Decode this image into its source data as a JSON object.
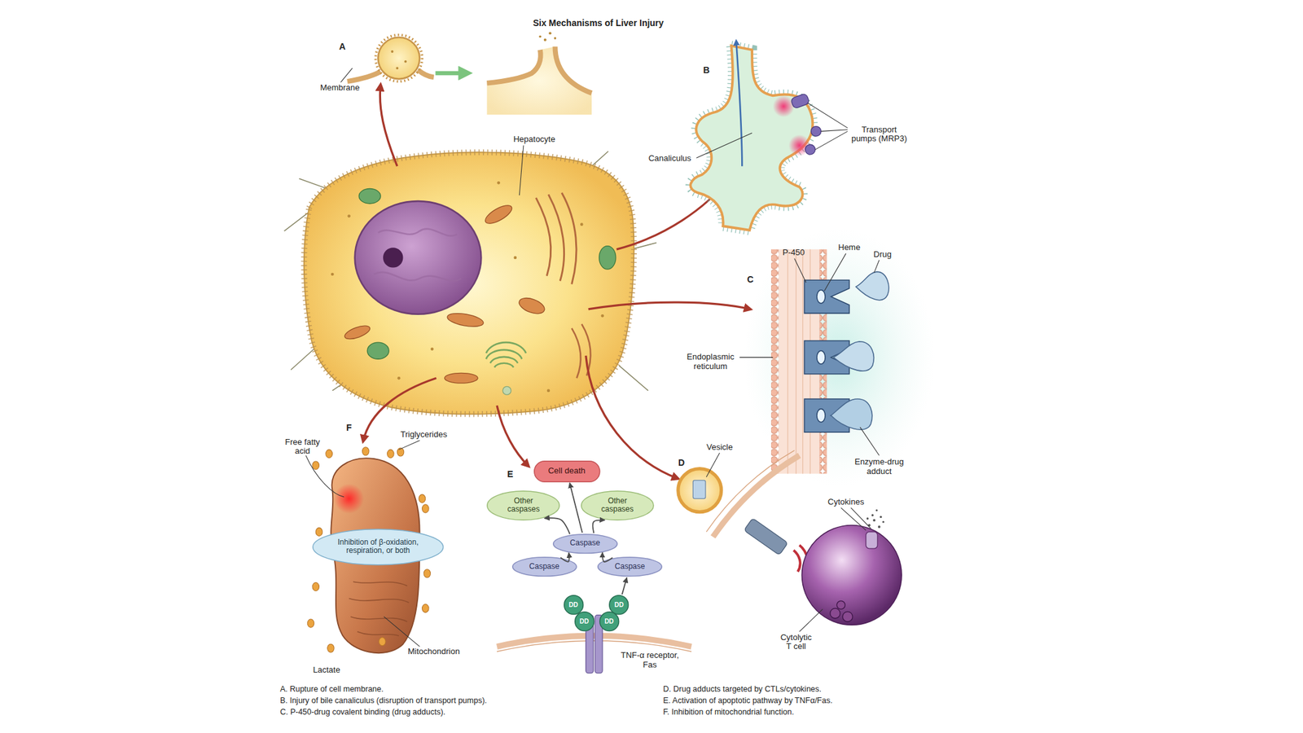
{
  "diagram": {
    "title": "Six Mechanisms of Liver Injury",
    "nodes": [
      {
        "text": [
          "Cell death"
        ]
      },
      {
        "text": [
          "Other caspases"
        ]
      },
      {
        "text": [
          "Other caspases"
        ]
      },
      {
        "text": [
          "Caspase"
        ]
      },
      {
        "text": [
          "Caspase"
        ]
      },
      {
        "text": [
          "Caspase"
        ]
      },
      {
        "text": [
          "DD"
        ]
      },
      {
        "text": [
          "DD"
        ]
      },
      {
        "text": [
          "DD"
        ]
      },
      {
        "text": [
          "DD"
        ]
      },
      {
        "text": [
          "Inhibition of β-oxidation, respiration, or both"
        ]
      }
    ],
    "edges": [
      {
        "from": 3,
        "to": 0,
        "arrow": "to"
      },
      {
        "from": 3,
        "to": 1,
        "arrow": "to"
      },
      {
        "from": 3,
        "to": 2,
        "arrow": "to"
      },
      {
        "from": 4,
        "to": 3,
        "arrow": "to"
      },
      {
        "from": 5,
        "to": 3,
        "arrow": "to"
      },
      {
        "from": 7,
        "to": 5,
        "arrow": "to"
      }
    ],
    "labels": [
      "A",
      "Membrane",
      "Hepatocyte",
      "B",
      "Canaliculus",
      "Transport pumps (MRP3)",
      "P-450",
      "Heme",
      "Drug",
      "C",
      "Endoplasmic reticulum",
      "Enzyme-drug adduct",
      "F",
      "Free fatty acid",
      "Triglycerides",
      "E",
      "Vesicle",
      "D",
      "Cytokines",
      "Mitochondrion",
      "TNF-α receptor, Fas",
      "Cytolytic T cell",
      "Lactate",
      "A. Rupture of cell membrane.",
      "B. Injury of bile canaliculus (disruption of transport pumps).",
      "C. P-450-drug covalent binding (drug adducts).",
      "D. Drug adducts targeted by CTLs/cytokines.",
      "E. Activation of apoptotic pathway by TNFα/Fas.",
      "F. Inhibition of mitochondrial function."
    ]
  }
}
